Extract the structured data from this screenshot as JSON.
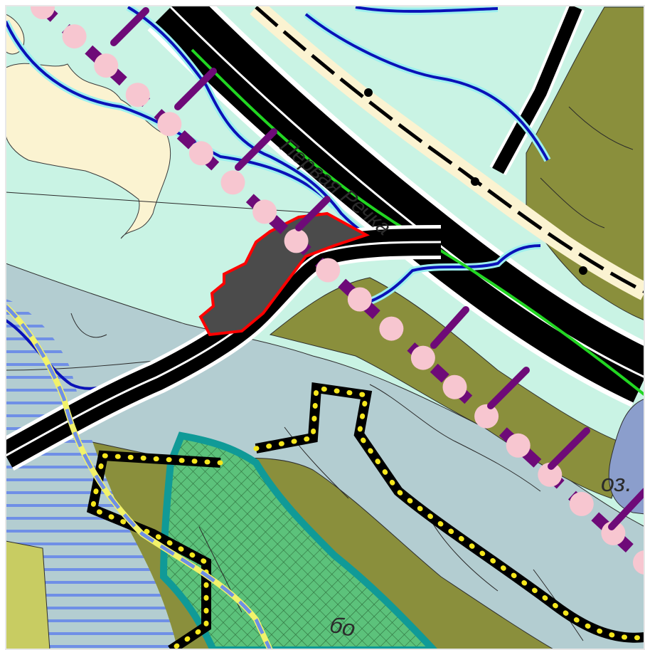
{
  "map": {
    "labels": {
      "river": "Первая Речка",
      "lake": "оз.",
      "bottom_partial": "бо"
    },
    "colors": {
      "meadow": "#c9f3e4",
      "forest_olive": "#8a8f3c",
      "floodplain_gray": "#b3cdd1",
      "sand": "#fbf3d1",
      "water_line": "#0a12b8",
      "water_halo": "#9ef0ee",
      "lake": "#8b9ecc",
      "road": "#000000",
      "power_line": "#6e0a78",
      "power_dot": "#f7c6d0",
      "boundary_dot": "#f5e61c",
      "protected_zone": "#109a97",
      "hatch_green": "#5cc27b",
      "selected_parcel": "#4b4b4b",
      "parcel_outline": "#ff0000",
      "blue_hatch": "#6f8fe6",
      "yellow_green": "#c8cc62",
      "bright_green": "#22d622"
    }
  }
}
